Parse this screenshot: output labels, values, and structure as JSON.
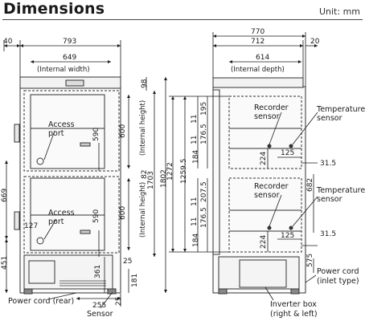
{
  "header": {
    "title": "Dimensions",
    "unit": "Unit: mm"
  },
  "front_view": {
    "dims": {
      "d40": "40",
      "d793": "793",
      "d649": "649",
      "d98": "98",
      "d600a": "600",
      "d600b": "600",
      "d1703": "1703",
      "d1802": "1802",
      "d82": "82",
      "d590a": "590",
      "d590b": "590",
      "d669": "669",
      "d127": "127",
      "d451": "451",
      "d361": "361",
      "d25a": "25",
      "d181": "181",
      "d25b": "25",
      "d255": "255"
    },
    "labels": {
      "internal_width": "(Internal width)",
      "internal_height_top": "(Internal height)",
      "internal_height_bottom": "(Internal height)",
      "access_port_1": "Access port",
      "access_port_2": "Access port",
      "power_cord_rear": "Power cord (rear)",
      "sensor": "Sensor"
    }
  },
  "side_view": {
    "dims": {
      "d770": "770",
      "d712": "712",
      "d614": "614",
      "d20": "20",
      "d1272": "1272",
      "d1259": "1259.5",
      "d11a": "11",
      "d195": "195",
      "d11b": "11",
      "d176a": "176.5",
      "d184a": "184",
      "d224a": "224",
      "d125a": "125",
      "d31a": "31.5",
      "d11c": "11",
      "d207": "207.5",
      "d11d": "11",
      "d176b": "176.5",
      "d184b": "184",
      "d224b": "224",
      "d125b": "125",
      "d31b": "31.5",
      "d682": "682",
      "d575": "575"
    },
    "labels": {
      "internal_depth": "(Internal depth)",
      "recorder_sensor_1": "Recorder sensor",
      "recorder_sensor_2": "Recorder sensor",
      "temperature_sensor_1": "Temperature sensor",
      "temperature_sensor_2": "Temperature sensor",
      "power_cord_inlet": "Power cord (inlet type)",
      "inverter_box": "Inverter box (right & left)"
    }
  }
}
